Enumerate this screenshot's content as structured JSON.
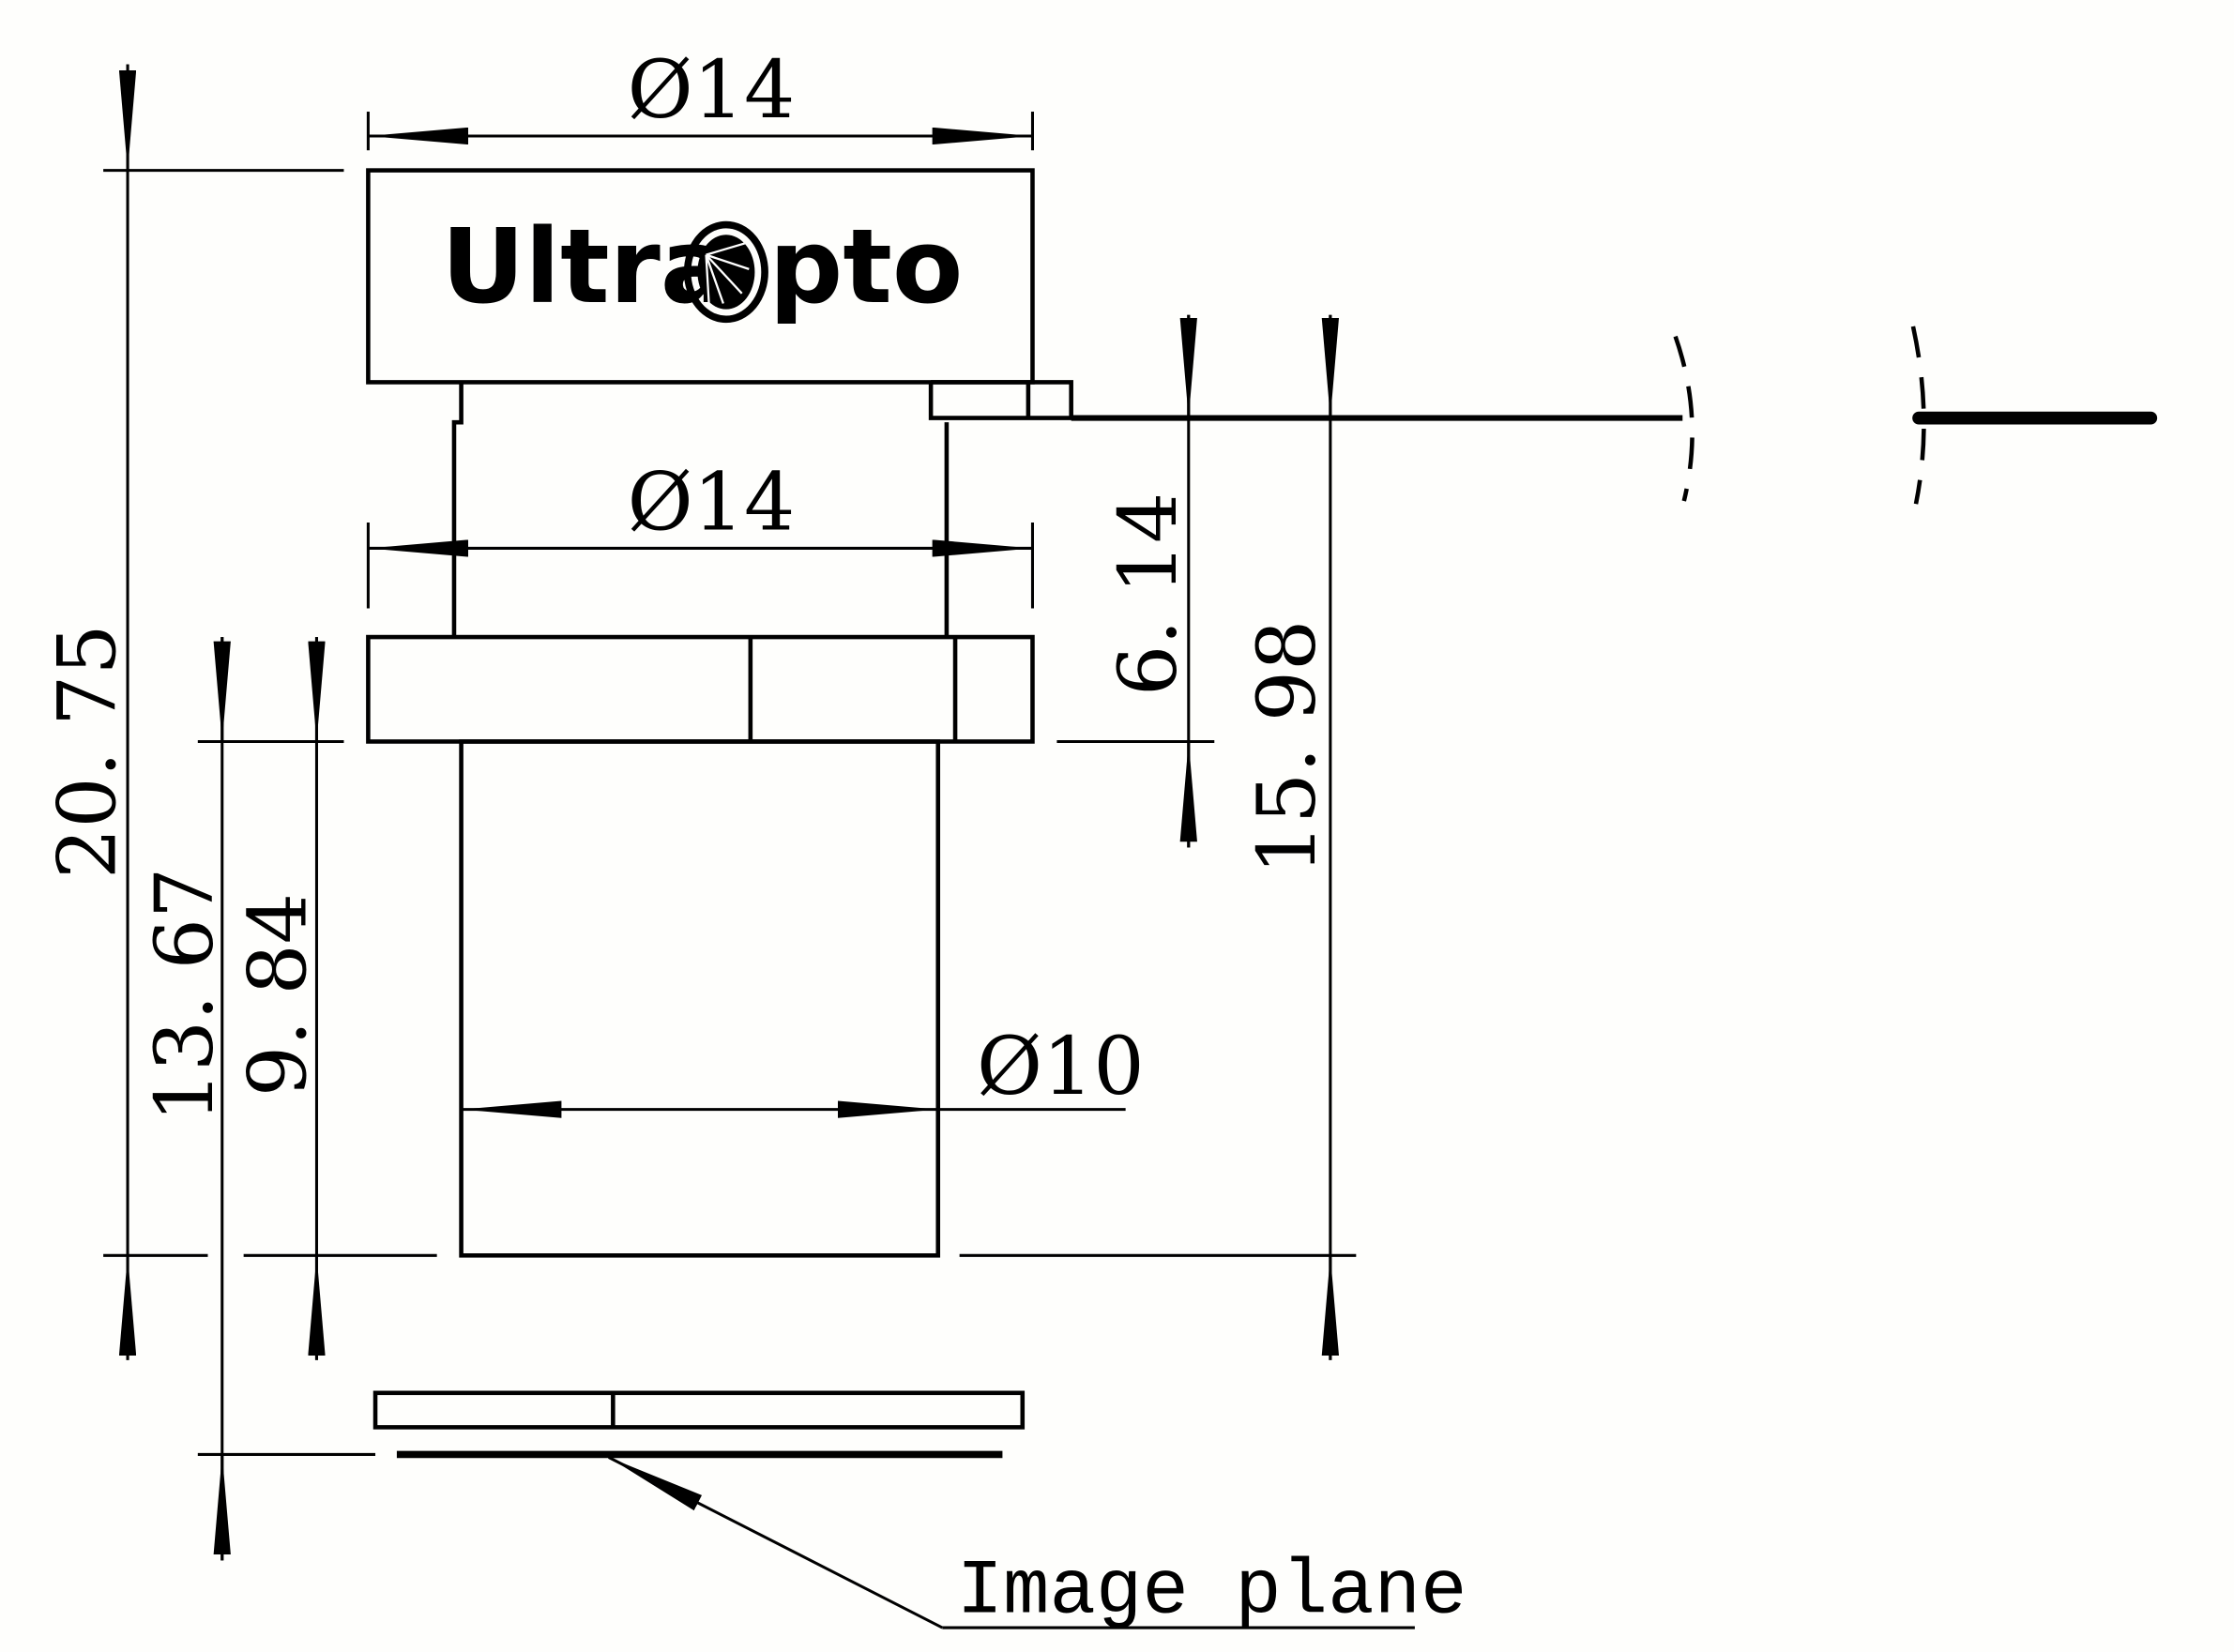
{
  "logo": {
    "text": "UltraOpto",
    "part1": "Ultra",
    "part2": "pto"
  },
  "dimensions": {
    "top_diameter": "Ø14",
    "body_diameter": "Ø14",
    "barrel_diameter": "Ø10",
    "total_length": "20. 75",
    "flange_to_image": "13. 67",
    "flange_to_end": "9. 84",
    "cable_to_flange": "6. 14",
    "cable_to_end": "15. 98"
  },
  "annotations": {
    "image_plane": "Image plane"
  },
  "colors": {
    "line": "#000000",
    "background": "#fefefc"
  }
}
